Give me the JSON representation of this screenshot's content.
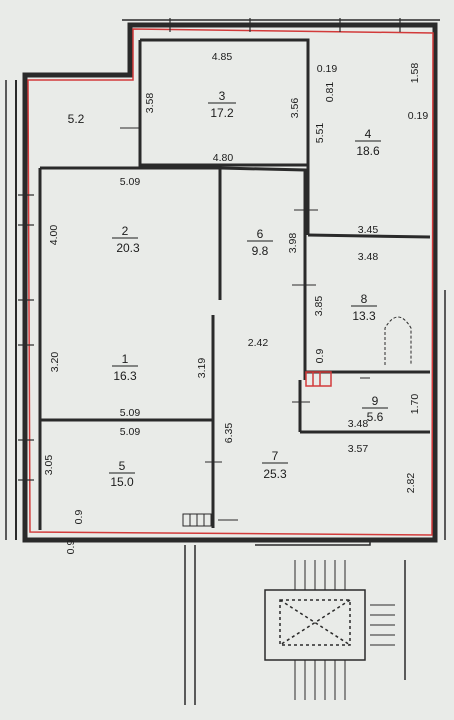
{
  "colors": {
    "paper": "#e9ebe8",
    "wall": "#2a2a2a",
    "outline": "#d23a3a"
  },
  "rooms": [
    {
      "number": "1",
      "area": "16.3"
    },
    {
      "number": "2",
      "area": "20.3"
    },
    {
      "number": "3",
      "area": "17.2"
    },
    {
      "number": "4",
      "area": "18.6"
    },
    {
      "number": "5",
      "area": "15.0"
    },
    {
      "number": "6",
      "area": "9.8"
    },
    {
      "number": "7",
      "area": "25.3"
    },
    {
      "number": "8",
      "area": "13.3"
    },
    {
      "number": "9",
      "area": "5.6"
    }
  ],
  "dimensions": {
    "balcony": "5.2",
    "room3_top": "4.85",
    "room3_left": "3.58",
    "room3_right": "3.56",
    "room3_bottom": "4.80",
    "room4_a": "0.19",
    "room4_b": "0.81",
    "room4_c": "1.58",
    "room4_d": "0.19",
    "room4_left": "5.51",
    "room2_top": "5.09",
    "room2_left": "4.00",
    "room6_right": "3.98",
    "room4_bottom": "3.45",
    "room8_top": "3.48",
    "room8_left": "3.85",
    "hall_width": "2.42",
    "room1_left": "3.20",
    "room1_right": "3.19",
    "room9_left": "0.9",
    "room1_bottom": "5.09",
    "room5_top": "5.09",
    "room9_bottom": "3.48",
    "room9_right": "1.70",
    "room7_left": "6.35",
    "room7_top": "3.57",
    "room5_left": "3.05",
    "room7_right": "2.82",
    "stair_a": "0.9",
    "stair_b": "0.9"
  }
}
